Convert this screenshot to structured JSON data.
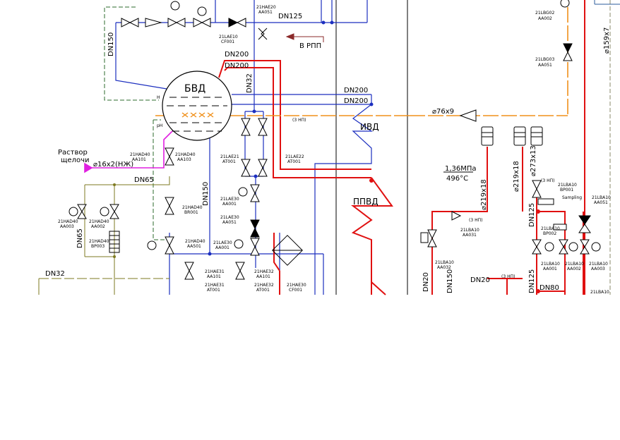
{
  "diagram": {
    "vessel": {
      "label": "БВД",
      "tag_h": "H",
      "tag_ph": "pH"
    },
    "pipes": {
      "dn150_left": "DN150",
      "dn125_top": "DN125",
      "dn200_a": "DN200",
      "dn200_b": "DN200",
      "dn32_vertical": "DN32",
      "dn200_right_a": "DN200",
      "dn200_right_b": "DN200",
      "dn65_horizontal": "DN65",
      "dn150_vertical": "DN150",
      "dn65_vertical": "DN65",
      "dn32_bottom": "DN32",
      "pipe_76x9": "⌀76x9",
      "pipe_159x7": "⌀159x7",
      "pipe_219x18_a": "⌀219x18",
      "pipe_219x18_b": "⌀219x18",
      "pipe_273x13": "⌀273x13",
      "dn125_right_a": "DN125",
      "dn125_right_b": "DN125",
      "dn80": "DN80",
      "dn20_a": "DN20",
      "dn20_b": "DN20",
      "dn150_right": "DN150"
    },
    "labels": {
      "to_rpp": "В РПП",
      "ivd": "ИВД",
      "ppvd": "ППВД",
      "alkali_line1": "Раствор",
      "alkali_line2": "щелочи",
      "dosing": "⌀16x2(НЖ)",
      "pressure": "1,36МПа",
      "temperature": "496°С",
      "scheme_ref": "(3 НП)",
      "scheme_ref_b": "(3 НП)",
      "scheme_ref_c": "(3 НП)",
      "scheme_ref_d": "(3 НП)",
      "sampling": "Sampling"
    },
    "tags": {
      "t1a": "21HAE20",
      "t1b": "AA051",
      "t2a": "21LAE10",
      "t2b": "CF001",
      "t3a": "21LBG02",
      "t3b": "AA002",
      "t4a": "21LBG03",
      "t4b": "AA051",
      "t5a": "21HAD40",
      "t5b": "AA101",
      "t6a": "21HAD40",
      "t6b": "AA103",
      "t7a": "21LAE21",
      "t7b": "AT001",
      "t8a": "21LAE22",
      "t8b": "AT001",
      "t9a": "21LAE30",
      "t9b": "AA001",
      "t10a": "21LAE30",
      "t10b": "AA051",
      "t11a": "21HAD40",
      "t11b": "BR001",
      "t12a": "21HAD40",
      "t12b": "AA003",
      "t13a": "21HAD40",
      "t13b": "AA002",
      "t14a": "21HAD40",
      "t14b": "BP003",
      "t15a": "21HAD40",
      "t15b": "AA501",
      "t16a": "21LAE30",
      "t16b": "AA001",
      "t17a": "21HAE31",
      "t17b": "AA101",
      "t18a": "21HAE32",
      "t18b": "AA101",
      "t19a": "21HAE31",
      "t19b": "AT001",
      "t20a": "21HAE32",
      "t20b": "AT001",
      "t21a": "21HAE30",
      "t21b": "CF001",
      "t22a": "21LBA10",
      "t22b": "AA031",
      "t23a": "21LBA10",
      "t23b": "AA032",
      "t24a": "21LBA10",
      "t24b": "BP001",
      "t25a": "21LBA10",
      "t25b": "AA051",
      "t26a": "21LBA10",
      "t26b": "BP002",
      "t27a": "21LBA10",
      "t27b": "AA001",
      "t28a": "21LBA10",
      "t28b": "AA002",
      "t29a": "21LBA10",
      "t29b": "AA003",
      "t30a": "21LBA10"
    }
  }
}
